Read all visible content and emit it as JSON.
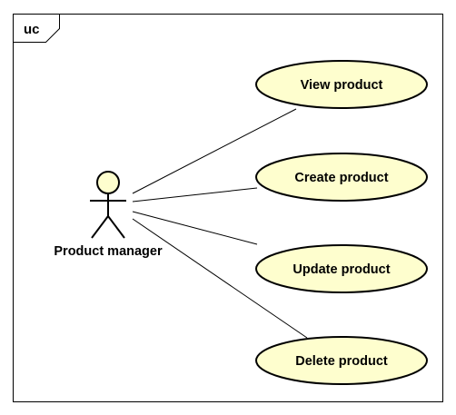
{
  "frame": {
    "label": "uc"
  },
  "actor": {
    "name": "Product manager"
  },
  "use_cases": [
    {
      "label": "View product"
    },
    {
      "label": "Create product"
    },
    {
      "label": "Update product"
    },
    {
      "label": "Delete product"
    }
  ],
  "colors": {
    "use_case_fill": "#FEFECE",
    "actor_fill": "#FEFECE",
    "stroke": "#000000",
    "background": "#FFFFFF"
  }
}
